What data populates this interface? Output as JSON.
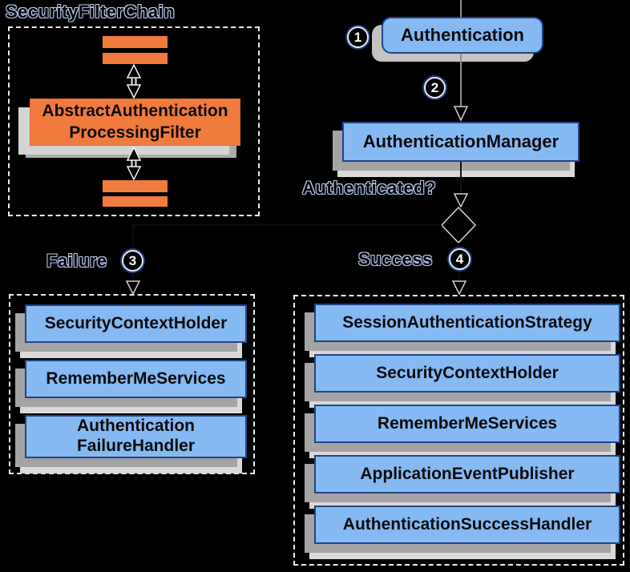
{
  "filter_chain": {
    "title": "SecurityFilterChain",
    "filter_lines": [
      "AbstractAuthentication",
      "ProcessingFilter"
    ]
  },
  "flow": {
    "authentication": {
      "badge": "1",
      "label": "Authentication"
    },
    "request_badge": "2",
    "manager": "AuthenticationManager",
    "question": "Authenticated?",
    "failure": {
      "label": "Failure",
      "badge": "3",
      "handlers": [
        {
          "lines": [
            "SecurityContextHolder"
          ]
        },
        {
          "lines": [
            "RememberMeServices"
          ]
        },
        {
          "lines": [
            "Authentication",
            "FailureHandler"
          ]
        }
      ]
    },
    "success": {
      "label": "Success",
      "badge": "4",
      "handlers": [
        {
          "lines": [
            "SessionAuthenticationStrategy"
          ]
        },
        {
          "lines": [
            "SecurityContextHolder"
          ]
        },
        {
          "lines": [
            "RememberMeServices"
          ]
        },
        {
          "lines": [
            "ApplicationEventPublisher"
          ]
        },
        {
          "lines": [
            "AuthenticationSuccessHandler"
          ]
        }
      ]
    }
  },
  "icons": {
    "decision_diamond": "decision-diamond-icon",
    "arrow_down": "arrow-down-icon",
    "double_arrow": "double-arrow-icon"
  },
  "colors": {
    "background": "#000000",
    "orange": "#F07B3D",
    "blue": "#85B9F2",
    "navy_border": "#24438A",
    "shadow_dark": "#A4A4A4",
    "shadow_light": "#D9D9D9"
  }
}
